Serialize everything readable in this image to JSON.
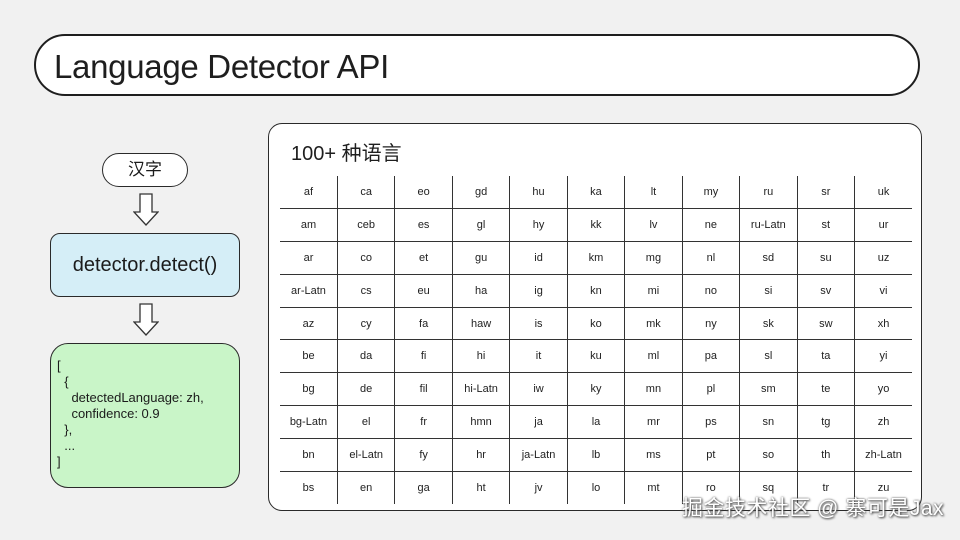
{
  "title": "Language Detector API",
  "flow": {
    "input_text": "汉字",
    "detector_call": "detector.detect()",
    "result_lines": [
      "[",
      "  {",
      "    detectedLanguage: zh,",
      "    confidence: 0.9",
      "  },",
      "  ...",
      "]"
    ]
  },
  "languages": {
    "heading": "100+ 种语言",
    "rows": [
      [
        "af",
        "ca",
        "eo",
        "gd",
        "hu",
        "ka",
        "lt",
        "my",
        "ru",
        "sr",
        "uk"
      ],
      [
        "am",
        "ceb",
        "es",
        "gl",
        "hy",
        "kk",
        "lv",
        "ne",
        "ru-Latn",
        "st",
        "ur"
      ],
      [
        "ar",
        "co",
        "et",
        "gu",
        "id",
        "km",
        "mg",
        "nl",
        "sd",
        "su",
        "uz"
      ],
      [
        "ar-Latn",
        "cs",
        "eu",
        "ha",
        "ig",
        "kn",
        "mi",
        "no",
        "si",
        "sv",
        "vi"
      ],
      [
        "az",
        "cy",
        "fa",
        "haw",
        "is",
        "ko",
        "mk",
        "ny",
        "sk",
        "sw",
        "xh"
      ],
      [
        "be",
        "da",
        "fi",
        "hi",
        "it",
        "ku",
        "ml",
        "pa",
        "sl",
        "ta",
        "yi"
      ],
      [
        "bg",
        "de",
        "fil",
        "hi-Latn",
        "iw",
        "ky",
        "mn",
        "pl",
        "sm",
        "te",
        "yo"
      ],
      [
        "bg-Latn",
        "el",
        "fr",
        "hmn",
        "ja",
        "la",
        "mr",
        "ps",
        "sn",
        "tg",
        "zh"
      ],
      [
        "bn",
        "el-Latn",
        "fy",
        "hr",
        "ja-Latn",
        "lb",
        "ms",
        "pt",
        "so",
        "th",
        "zh-Latn"
      ],
      [
        "bs",
        "en",
        "ga",
        "ht",
        "jv",
        "lo",
        "mt",
        "ro",
        "sq",
        "tr",
        "zu"
      ]
    ]
  },
  "watermark": "掘金技术社区 @ 寨可是Jax",
  "colors": {
    "detector_box": "#d5eef7",
    "result_box": "#c9f5c8",
    "background": "#f1f1f1"
  }
}
